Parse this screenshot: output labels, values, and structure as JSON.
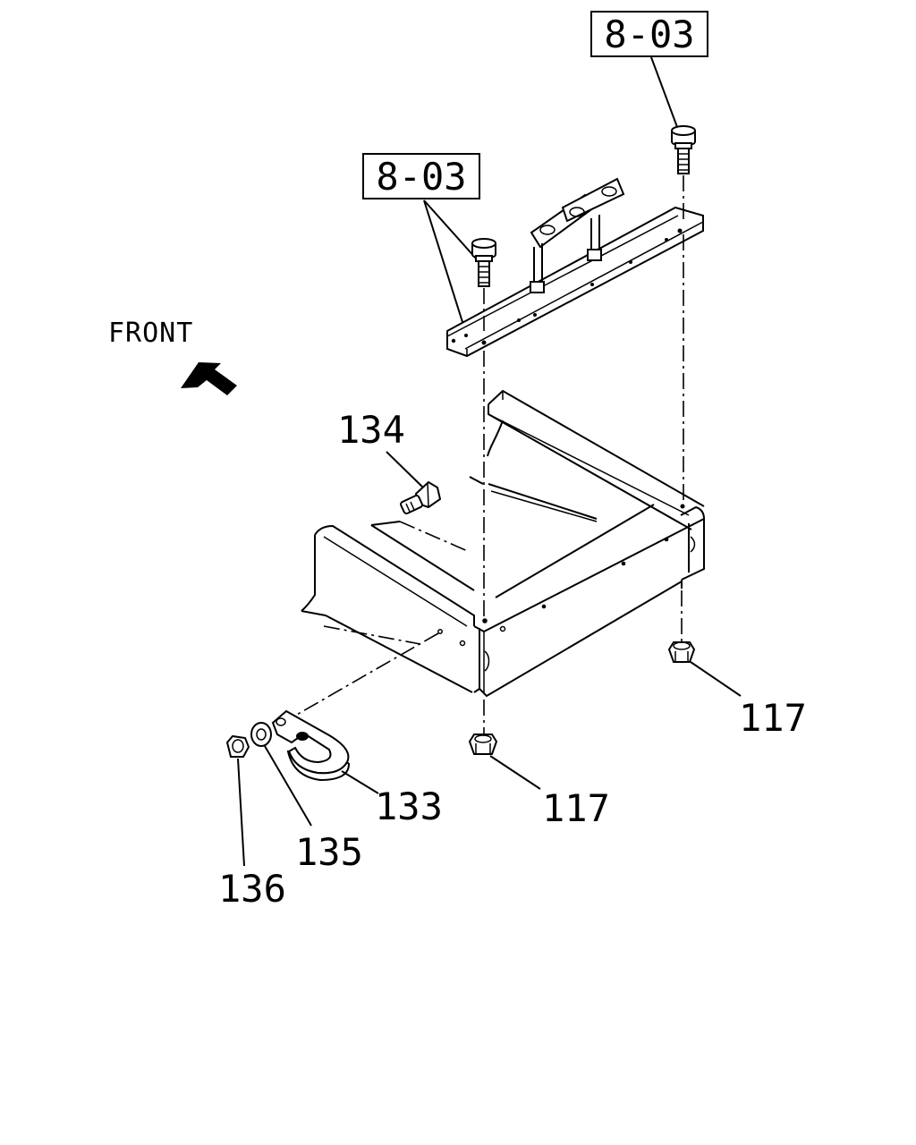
{
  "callouts": {
    "ref_top": "8-03",
    "ref_left": "8-03",
    "p134": "134",
    "p117_right": "117",
    "p117_bottom": "117",
    "p133": "133",
    "p135": "135",
    "p136": "136"
  },
  "orientation": {
    "front_label": "FRONT"
  }
}
